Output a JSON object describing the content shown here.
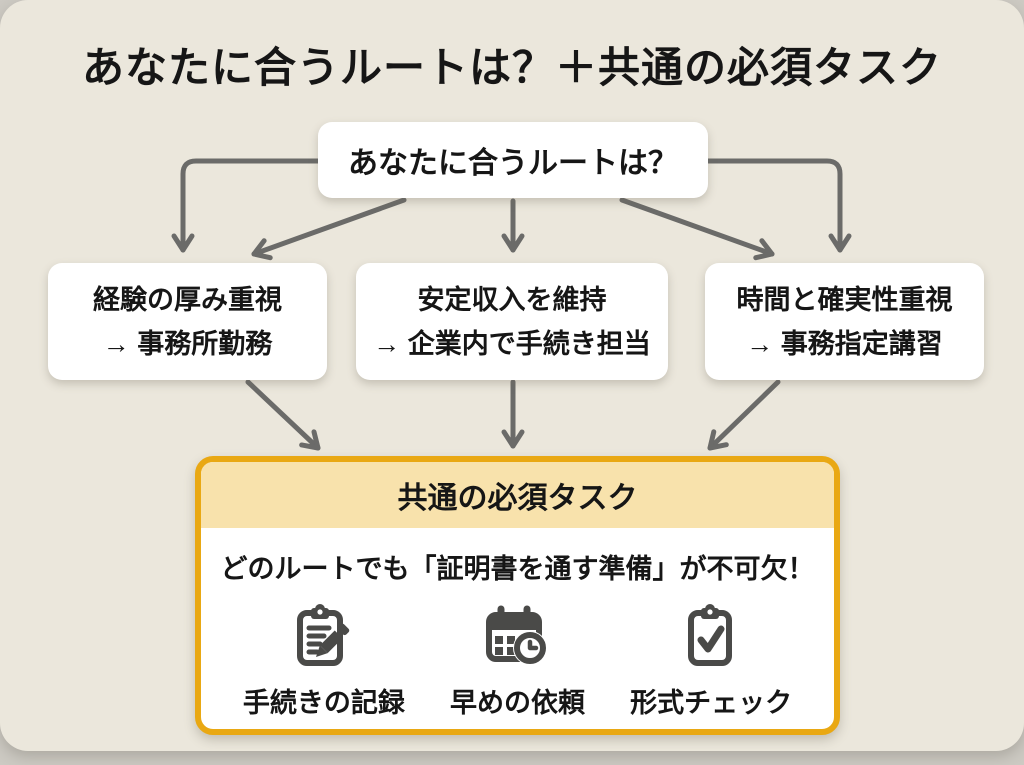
{
  "title": "あなたに合うルートは？＋共通の必須タスク",
  "flow": {
    "root": {
      "label": "あなたに合うルートは？"
    },
    "routes": [
      {
        "criterion": "経験の厚み重視",
        "destination": "→ 事務所勤務"
      },
      {
        "criterion": "安定収入を維持",
        "destination": "→ 企業内で手続き担当"
      },
      {
        "criterion": "時間と確実性重視",
        "destination": "→ 事務指定講習"
      }
    ]
  },
  "common_tasks": {
    "title": "共通の必須タスク",
    "note": "どのルートでも「証明書を通す準備」が不可欠！",
    "items": [
      {
        "icon": "clipboard-pencil-icon",
        "label": "手続きの記録"
      },
      {
        "icon": "calendar-clock-icon",
        "label": "早めの依頼"
      },
      {
        "icon": "clipboard-check-icon",
        "label": "形式チェック"
      }
    ]
  },
  "colors": {
    "canvas_bg": "#ebe7dc",
    "page_bg": "#cdcac3",
    "box_bg": "#ffffff",
    "text": "#161616",
    "arrow": "#6b6b69",
    "panel_border": "#e9a813",
    "panel_header_bg": "#f8e2ac",
    "icon": "#4a4a48"
  }
}
